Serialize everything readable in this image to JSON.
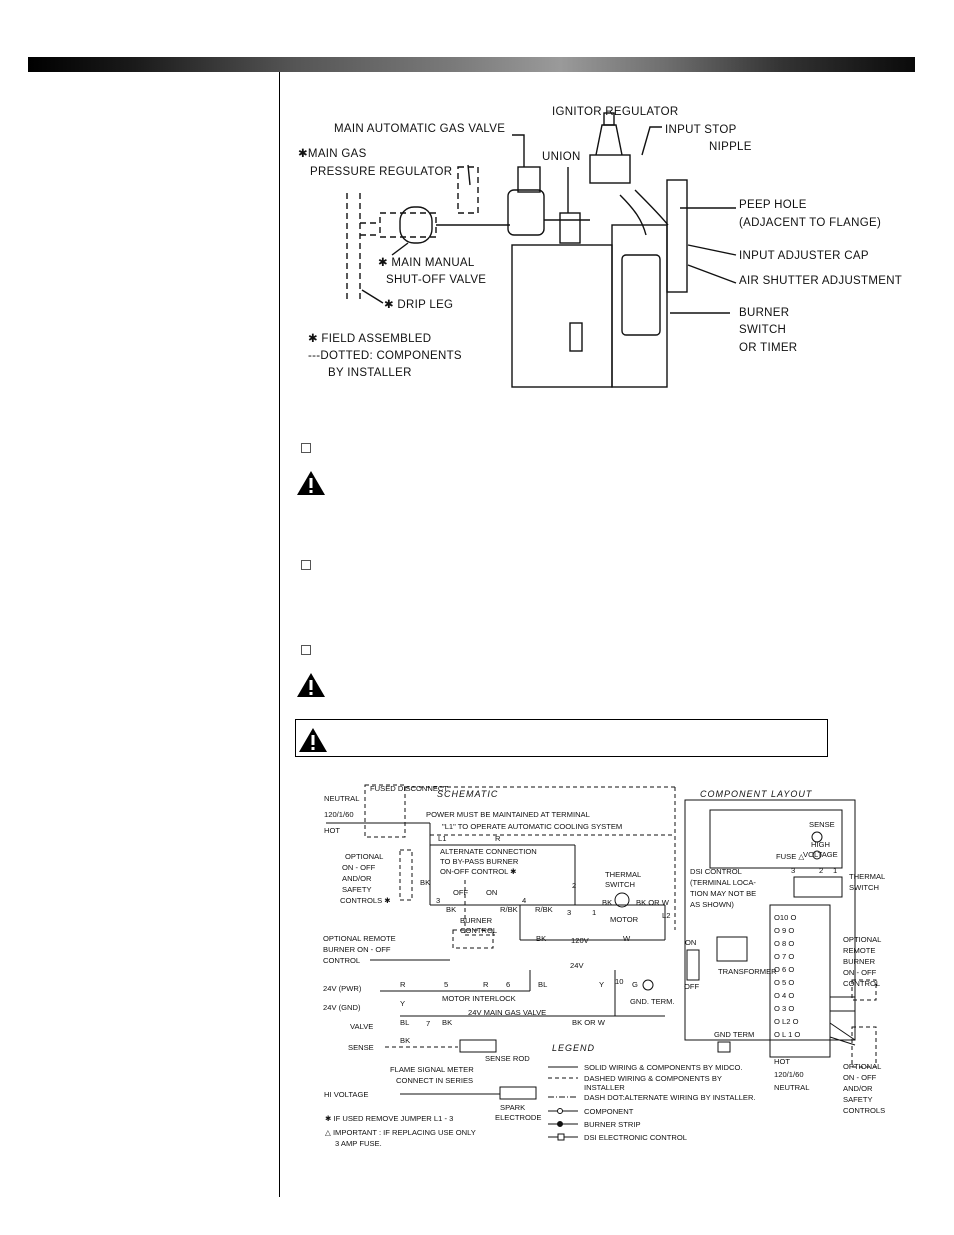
{
  "figure1": {
    "labels": {
      "ignitor_regulator": "IGNITOR REGULATOR",
      "main_automatic_gas_valve": "MAIN AUTOMATIC GAS VALVE",
      "input_stop_1": "INPUT STOP",
      "input_stop_2": "NIPPLE",
      "main_gas_1": "✱MAIN GAS",
      "main_gas_2": "PRESSURE REGULATOR",
      "union": "UNION",
      "peep_hole_1": "PEEP HOLE",
      "peep_hole_2": "(ADJACENT TO FLANGE)",
      "input_adjuster_cap": "INPUT ADJUSTER CAP",
      "air_shutter_adjustment": "AIR SHUTTER ADJUSTMENT",
      "main_manual_1": "✱ MAIN MANUAL",
      "main_manual_2": "SHUT-OFF VALVE",
      "drip_leg": "✱ DRIP LEG",
      "burner_switch_1": "BURNER",
      "burner_switch_2": "SWITCH",
      "burner_switch_3": "OR TIMER",
      "field_assembled": "✱ FIELD ASSEMBLED",
      "dotted_1": "---DOTTED: COMPONENTS",
      "dotted_2": "BY INSTALLER"
    }
  },
  "figure2": {
    "schematic_title": "SCHEMATIC",
    "layout_title": "COMPONENT   LAYOUT",
    "legend_title": "LEGEND",
    "schematic": {
      "fused_disconnect": "FUSED DISCONNECT",
      "neutral": "NEUTRAL",
      "supply": "120/1/60",
      "hot": "HOT",
      "power_note_1": "POWER MUST BE MAINTAINED AT TERMINAL",
      "power_note_2": "\"L1\" TO OPERATE AUTOMATIC COOLING SYSTEM",
      "l1": "L1",
      "r1": "R",
      "alt_1": "ALTERNATE CONNECTION",
      "alt_2": "TO BY-PASS BURNER",
      "alt_3": "ON-OFF CONTROL ✱",
      "opt_1": "OPTIONAL",
      "opt_2": "ON - OFF",
      "opt_3": "AND/OR",
      "opt_4": "SAFETY",
      "opt_5": "CONTROLS ✱",
      "bk_v": "BK",
      "off": "OFF",
      "on": "ON",
      "t3": "3",
      "bk1": "BK",
      "rbk1": "R/BK",
      "t4": "4",
      "rbk2": "R/BK",
      "burner_control_1": "BURNER",
      "burner_control_2": "CONTROL",
      "t2": "2",
      "thermal_1": "THERMAL",
      "thermal_2": "SWITCH",
      "t3b": "3",
      "t1": "1",
      "bk2": "BK",
      "bk_or_w": "BK OR W",
      "motor": "MOTOR",
      "l2": "L2",
      "remote_1": "OPTIONAL REMOTE",
      "remote_2": "BURNER ON - OFF",
      "remote_3": "CONTROL",
      "bk3": "BK",
      "v120": "120V",
      "w": "W",
      "v24": "24V",
      "pwr": "24V (PWR)",
      "r2": "R",
      "t5": "5",
      "r3": "R",
      "t6": "6",
      "bl1": "BL",
      "motor_interlock": "MOTOR INTERLOCK",
      "y1": "Y",
      "t10": "10",
      "g": "G",
      "gnd": "24V (GND)",
      "y2": "Y",
      "gnd_term": "GND. TERM.",
      "main_gas_valve": "24V MAIN GAS VALVE",
      "valve": "VALVE",
      "bl2": "BL",
      "t7": "7",
      "bk4": "BK",
      "bk_or_w2": "BK OR W",
      "sense": "SENSE",
      "bk5": "BK",
      "sense_rod": "SENSE ROD",
      "fsm_1": "FLAME SIGNAL METER",
      "fsm_2": "CONNECT IN SERIES",
      "hi_voltage": "HI VOLTAGE",
      "spark_1": "SPARK",
      "spark_2": "ELECTRODE",
      "note_1": "✱ IF USED REMOVE JUMPER L1 - 3",
      "note_2": "△ IMPORTANT : IF REPLACING USE ONLY",
      "note_3": "3 AMP FUSE."
    },
    "layout": {
      "sense": "SENSE",
      "high_voltage_1": "HIGH",
      "high_voltage_2": "VOLTAGE",
      "fuse": "FUSE △",
      "dsi_1": "DSI CONTROL",
      "dsi_2": "(TERMINAL LOCA-",
      "dsi_3": "TION MAY NOT BE",
      "dsi_4": "AS SHOWN)",
      "th3": "3",
      "th2": "2",
      "th1": "1",
      "thermal_1": "THERMAL",
      "thermal_2": "SWITCH",
      "on": "ON",
      "off": "OFF",
      "transformer": "TRANSFORMER",
      "gnd_term": "GND  TERM",
      "hot": "HOT",
      "supply": "120/1/60",
      "neutral": "NEUTRAL",
      "rem_1": "OPTIONAL",
      "rem_2": "REMOTE",
      "rem_3": "BURNER",
      "rem_4": "ON - OFF",
      "rem_5": "CONTROL",
      "opt_1": "OPTIONAL",
      "opt_2": "ON - OFF",
      "opt_3": "AND/OR",
      "opt_4": "SAFETY",
      "opt_5": "CONTROLS",
      "terminals": [
        "O10 O",
        "O 9 O",
        "O 8 O",
        "O 7 O",
        "O 6 O",
        "O 5 O",
        "O 4 O",
        "O 3 O",
        "O L2 O",
        "O L 1 O"
      ]
    },
    "legend": {
      "solid": "SOLID WIRING & COMPONENTS BY MIDCO.",
      "dashed_1": "DASHED WIRING & COMPONENTS BY",
      "dashed_2": "INSTALLER",
      "dashdot": "DASH DOT:ALTERNATE WIRING BY INSTALLER.",
      "component": "COMPONENT",
      "burner_strip": "BURNER STRIP",
      "dsi": "DSI ELECTRONIC CONTROL"
    }
  }
}
